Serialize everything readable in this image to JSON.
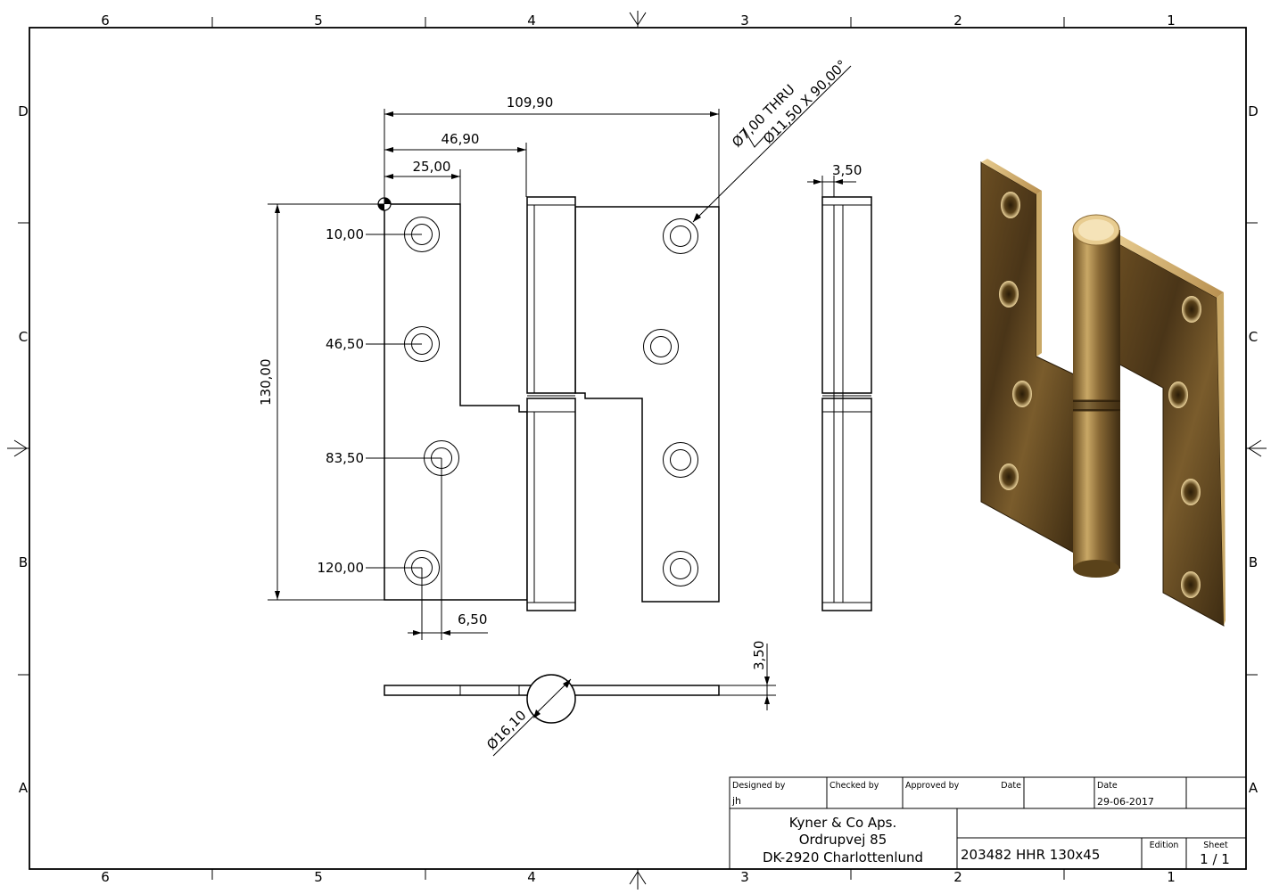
{
  "zones": {
    "columns": [
      "6",
      "5",
      "4",
      "3",
      "2",
      "1"
    ],
    "rows": [
      "D",
      "C",
      "B",
      "A"
    ]
  },
  "dimensions": {
    "width_overall": "109,90",
    "width_leaf": "46,90",
    "width_hole_col": "25,00",
    "hole_spec_line1": "Ø7,00 THRU",
    "hole_spec_line2": "Ø11,50 X 90,00°",
    "height_overall": "130,00",
    "hole_pos_1": "10,00",
    "hole_pos_2": "46,50",
    "hole_pos_3": "83,50",
    "hole_pos_4": "120,00",
    "hole_offset": "6,50",
    "side_thickness": "3,50",
    "bottom_thickness": "3,50",
    "knuckle_diameter": "Ø16,10"
  },
  "title_block": {
    "designed_by_label": "Designed by",
    "designed_by_value": "jh",
    "checked_by_label": "Checked by",
    "approved_by_label": "Approved by",
    "date_label_1": "Date",
    "date_label_2": "Date",
    "date_value": "29-06-2017",
    "company_line1": "Kyner & Co Aps.",
    "company_line2": "Ordrupvej 85",
    "company_line3": "DK-2920 Charlottenlund",
    "part_title": "203482 HHR 130x45",
    "edition_label": "Edition",
    "sheet_label": "Sheet",
    "sheet_value": "1 / 1"
  },
  "colors": {
    "line": "#000000",
    "paper": "#ffffff",
    "bronze_dark": "#4a3518",
    "bronze_mid": "#8a6a36",
    "bronze_light": "#d8b878"
  }
}
